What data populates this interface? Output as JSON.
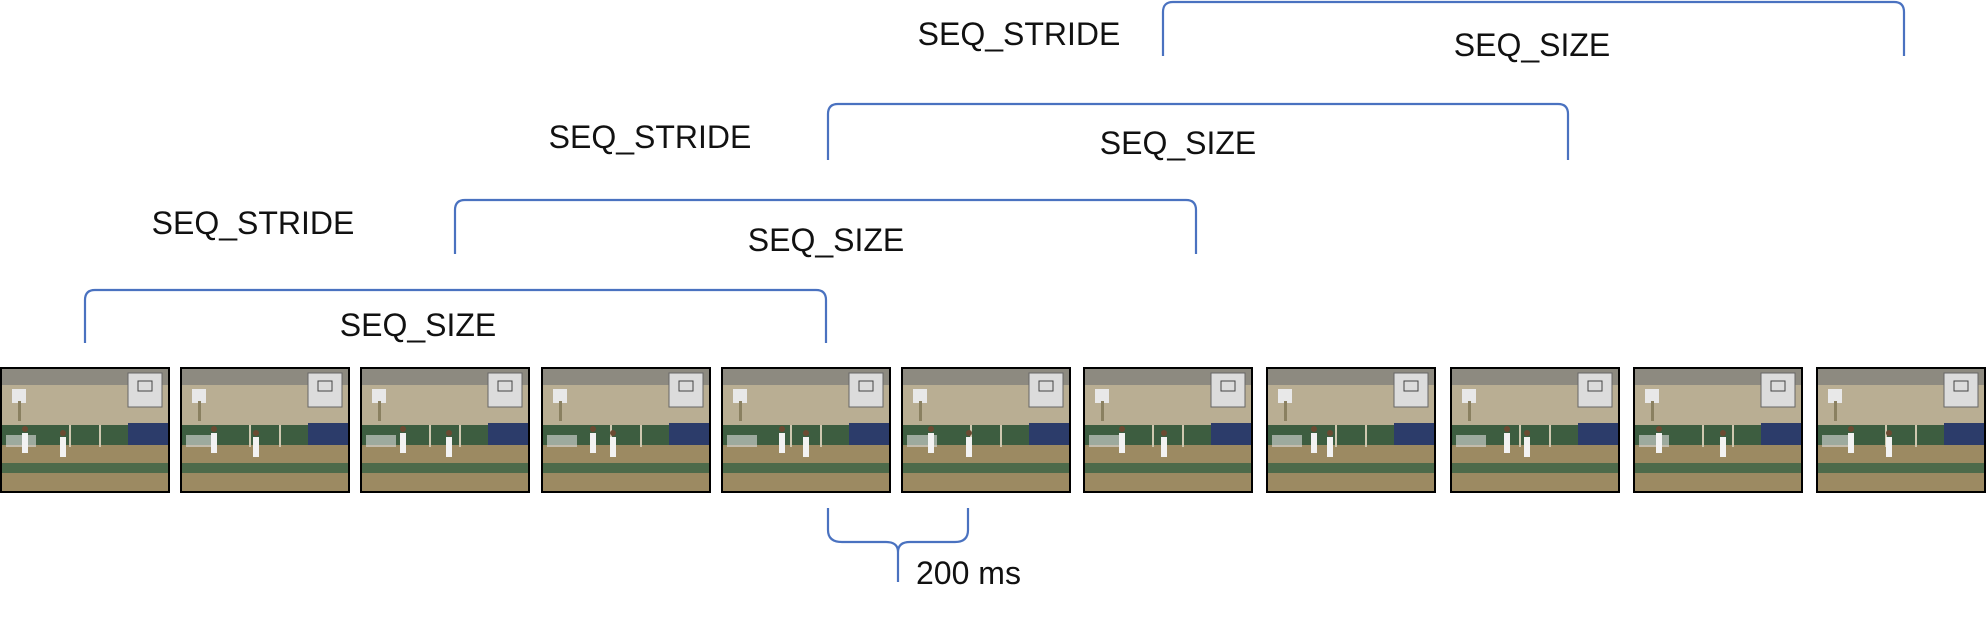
{
  "colors": {
    "bracket": "#4a72c0",
    "text": "#111111",
    "frame_border": "#000000",
    "court_wall": "#b9ae93",
    "court_floor": "#9c8a62",
    "court_green": "#3d5d40",
    "court_blue": "#2c3c6a"
  },
  "frames": {
    "count": 11,
    "image_semantic": "basketball-court-video-frame"
  },
  "sequences": [
    {
      "size_label": "SEQ_SIZE",
      "stride_label": ""
    },
    {
      "size_label": "SEQ_SIZE",
      "stride_label": "SEQ_STRIDE"
    },
    {
      "size_label": "SEQ_SIZE",
      "stride_label": "SEQ_STRIDE"
    },
    {
      "size_label": "SEQ_SIZE",
      "stride_label": "SEQ_STRIDE"
    }
  ],
  "interval": {
    "label": "200 ms"
  }
}
